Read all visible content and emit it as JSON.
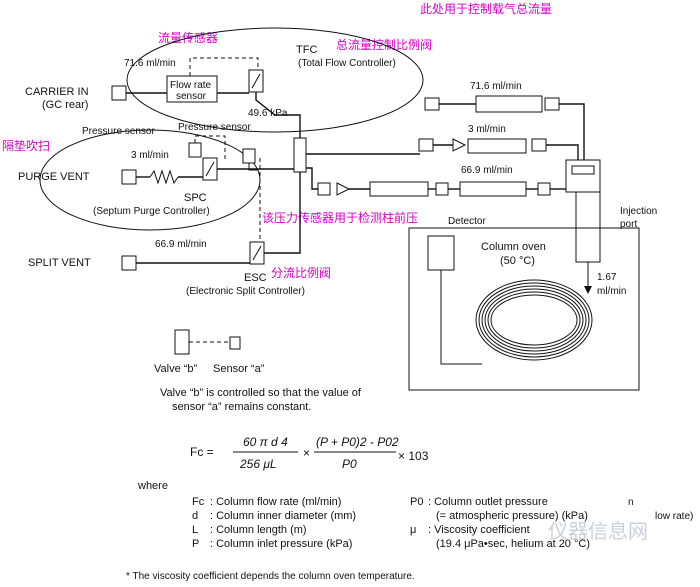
{
  "annotations_cn": {
    "carrier_total": "此处用于控制载气总流量",
    "flow_sensor": "流量传感器",
    "total_flow_valve": "总流量控制比例阀",
    "septum_purge": "隔垫吹扫",
    "column_pressure": "该压力传感器用于检测柱前压",
    "split_valve": "分流比例阀"
  },
  "labels": {
    "carrier_in": "CARRIER IN",
    "gc_rear": "(GC rear)",
    "flow_rate_top": "71.6 ml/min",
    "flow_rate_sensor_1": "Flow rate",
    "flow_rate_sensor_2": "sensor",
    "tfc": "TFC",
    "tfc_full": "(Total Flow Controller)",
    "pressure_value": "49.6 kPa",
    "pressure_sensor_left": "Pressure sensor",
    "pressure_sensor_right": "Pressure sensor",
    "purge_rate": "3 ml/min",
    "purge_vent": "PURGE VENT",
    "spc": "SPC",
    "spc_full": "(Septum Purge Controller)",
    "split_rate": "66.9 ml/min",
    "split_vent": "SPLIT VENT",
    "esc": "ESC",
    "esc_full": "(Electronic Split Controller)",
    "line_rate_1": "71.6 ml/min",
    "line_rate_2": "3 ml/min",
    "line_rate_3": "66.9 ml/min",
    "detector": "Detector",
    "column_oven": "Column oven",
    "oven_temp": "(50 °C)",
    "injection_1": "Injection",
    "injection_2": "port",
    "column_flow_1": "1.67",
    "column_flow_2": "ml/min",
    "valve_b": "Valve “b”",
    "sensor_a": "Sensor “a”",
    "legend_note_1": "Valve “b” is controlled so that the value of",
    "legend_note_2": "sensor “a” remains constant."
  },
  "formula": {
    "lhs": "Fc =",
    "num1": "60 π d 4",
    "den1": "256 μL",
    "times": "×",
    "num2": "(P + P0)2 - P02",
    "den2": "P0",
    "times2": "× 103",
    "where": "where"
  },
  "definitions": {
    "left": [
      [
        "Fc",
        ": Column flow rate (ml/min)"
      ],
      [
        "d",
        ": Column inner diameter (mm)"
      ],
      [
        "L",
        ": Column length (m)"
      ],
      [
        "P",
        ": Column inlet pressure (kPa)"
      ]
    ],
    "right": [
      [
        "P0",
        ": Column outlet pressure"
      ],
      [
        "",
        "(= atmospheric pressure) (kPa)"
      ],
      [
        "μ",
        ": Viscosity coefficient"
      ],
      [
        "",
        "(19.4 μPa•sec, helium at 20 °C)"
      ]
    ]
  },
  "footnote": "* The viscosity coefficient depends the column oven temperature.",
  "clipped_right": {
    "fragment_1": "n",
    "fragment_2": "low rate)"
  },
  "watermark": "仪器信息网"
}
